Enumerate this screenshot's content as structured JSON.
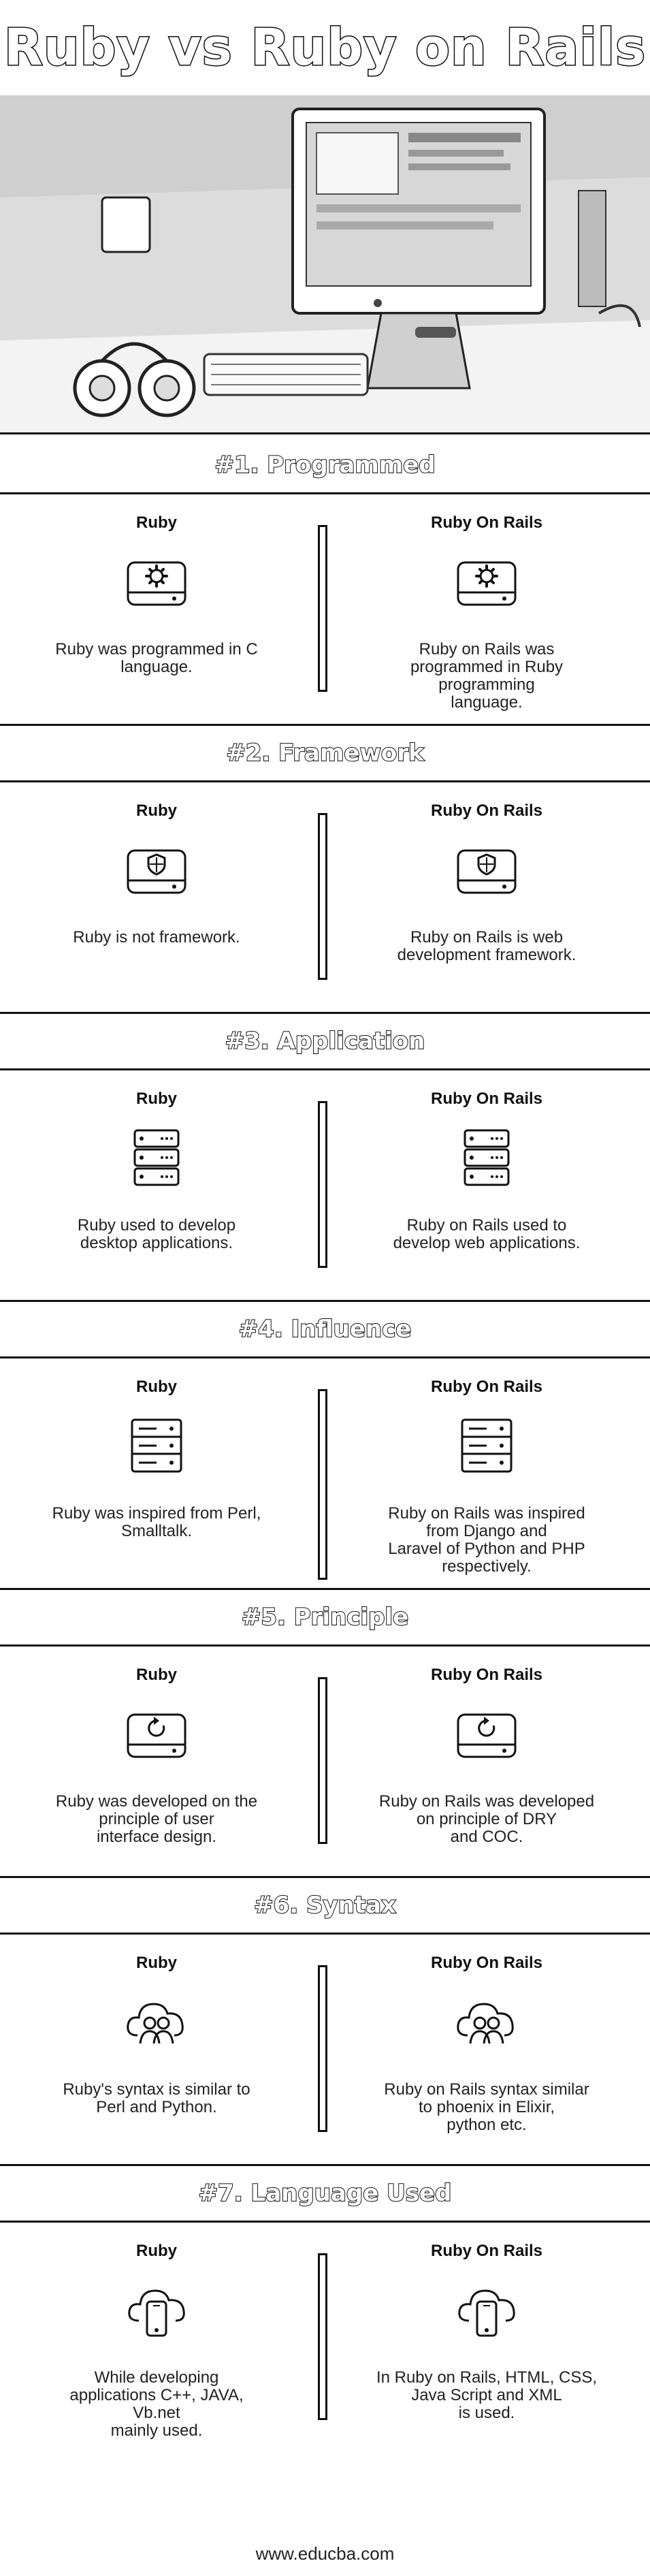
{
  "title": "Ruby vs Ruby on Rails",
  "footer": "www.educba.com",
  "sections": [
    {
      "heading": "#1. Programmed",
      "left": {
        "label": "Ruby",
        "text": "Ruby was programmed in C\nlanguage.",
        "icon": "gear-drive-icon"
      },
      "right": {
        "label": "Ruby On Rails",
        "text": "Ruby on Rails was\nprogrammed in Ruby\nprogramming\nlanguage.",
        "icon": "gear-drive-icon"
      }
    },
    {
      "heading": "#2. Framework",
      "left": {
        "label": "Ruby",
        "text": "Ruby is not framework.",
        "icon": "shield-drive-icon"
      },
      "right": {
        "label": "Ruby On Rails",
        "text": "Ruby on Rails is web\ndevelopment framework.",
        "icon": "shield-drive-icon"
      }
    },
    {
      "heading": "#3. Application",
      "left": {
        "label": "Ruby",
        "text": "Ruby used to develop\ndesktop applications.",
        "icon": "server-rack-icon"
      },
      "right": {
        "label": "Ruby On Rails",
        "text": "Ruby on Rails used to\ndevelop web applications.",
        "icon": "server-rack-icon"
      }
    },
    {
      "heading": "#4. Influence",
      "left": {
        "label": "Ruby",
        "text": "Ruby was inspired from Perl,\nSmalltalk.",
        "icon": "server-stack-icon"
      },
      "right": {
        "label": "Ruby On Rails",
        "text": "Ruby on Rails was inspired\nfrom Django and\nLaravel of Python and PHP\nrespectively.",
        "icon": "server-stack-icon"
      }
    },
    {
      "heading": "#5. Principle",
      "left": {
        "label": "Ruby",
        "text": "Ruby was developed on the\nprinciple of user\ninterface design.",
        "icon": "refresh-drive-icon"
      },
      "right": {
        "label": "Ruby On Rails",
        "text": "Ruby on Rails was developed\non principle of DRY\nand COC.",
        "icon": "refresh-drive-icon"
      }
    },
    {
      "heading": "#6. Syntax",
      "left": {
        "label": "Ruby",
        "text": "Ruby's syntax is similar to\nPerl and Python.",
        "icon": "cloud-users-icon"
      },
      "right": {
        "label": "Ruby On Rails",
        "text": "Ruby on Rails syntax similar\nto phoenix in Elixir,\npython etc.",
        "icon": "cloud-users-icon"
      }
    },
    {
      "heading": "#7. Language Used",
      "left": {
        "label": "Ruby",
        "text": "While developing\napplications C++, JAVA,\nVb.net\nmainly used.",
        "icon": "cloud-phone-icon"
      },
      "right": {
        "label": "Ruby On Rails",
        "text": "In Ruby on Rails, HTML, CSS,\nJava Script and XML\nis used.",
        "icon": "cloud-phone-icon"
      }
    }
  ]
}
